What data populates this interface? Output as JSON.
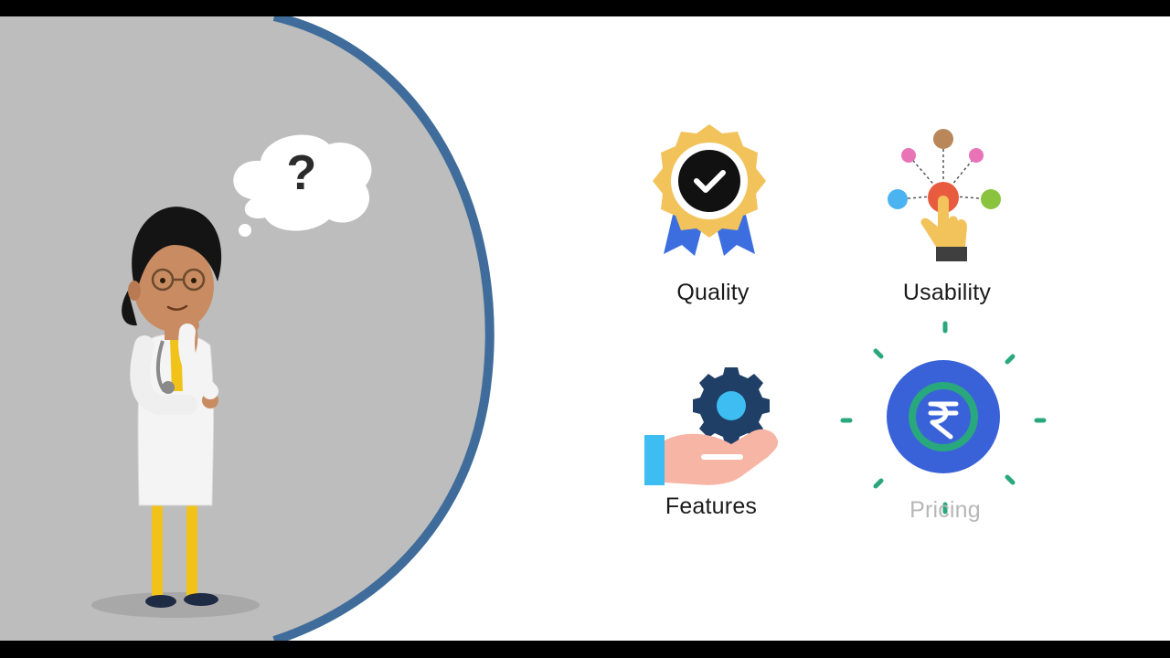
{
  "thought": {
    "symbol": "?"
  },
  "items": [
    {
      "label": "Quality",
      "icon": "award-badge-icon",
      "color": "#f2c35a",
      "state": "visible"
    },
    {
      "label": "Usability",
      "icon": "hand-touch-network-icon",
      "color": "#e95b3f",
      "state": "visible"
    },
    {
      "label": "Features",
      "icon": "hand-gear-icon",
      "color": "#1f3f66",
      "state": "visible"
    },
    {
      "label": "Pricing",
      "icon": "rupee-coin-icon",
      "color": "#3a62d8",
      "state": "fading-in"
    }
  ],
  "colors": {
    "panel": "#bdbdbd",
    "panel_border": "#3f6c9a",
    "accent_green": "#2aa87d"
  }
}
